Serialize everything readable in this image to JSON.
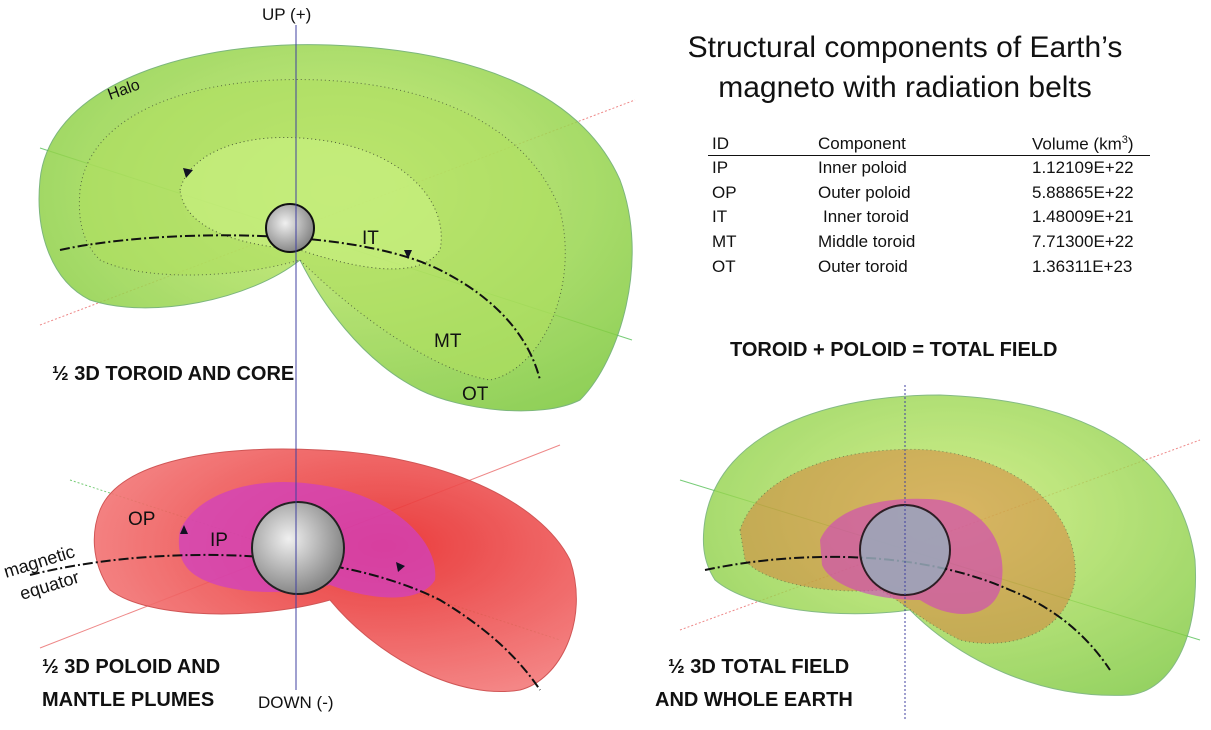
{
  "title": {
    "line1": "Structural components of Earth’s",
    "line2": "magneto with radiation belts"
  },
  "table": {
    "headers": {
      "id": "ID",
      "component": "Component",
      "volume": "Volume (km",
      "volume_sup": "3",
      "volume_end": ")"
    },
    "rows": [
      {
        "id": "IP",
        "component": "Inner poloid",
        "volume": "1.12109E+22"
      },
      {
        "id": "OP",
        "component": "Outer poloid",
        "volume": "5.88865E+22"
      },
      {
        "id": "IT",
        "component": "Inner toroid",
        "volume": "1.48009E+21"
      },
      {
        "id": "MT",
        "component": "Middle toroid",
        "volume": "7.71300E+22"
      },
      {
        "id": "OT",
        "component": "Outer toroid",
        "volume": "1.36311E+23"
      }
    ]
  },
  "labels": {
    "up": "UP (+)",
    "down": "DOWN (-)",
    "halo": "Halo",
    "it": "IT",
    "mt": "MT",
    "ot": "OT",
    "op": "OP",
    "ip": "IP",
    "equator_1": "magnetic",
    "equator_2": "equator",
    "toroid_caption": "½ 3D TOROID AND CORE",
    "poloid_caption_1": "½ 3D POLOID AND",
    "poloid_caption_2": "MANTLE PLUMES",
    "total_heading": "TOROID + POLOID = TOTAL FIELD",
    "total_caption_1": "½ 3D TOTAL FIELD",
    "total_caption_2": "AND WHOLE EARTH"
  },
  "colors": {
    "toroid": "#8fd14f",
    "poloid_outer": "#f04848",
    "poloid_inner": "#d040c0",
    "axis_up": "#4040a0"
  }
}
